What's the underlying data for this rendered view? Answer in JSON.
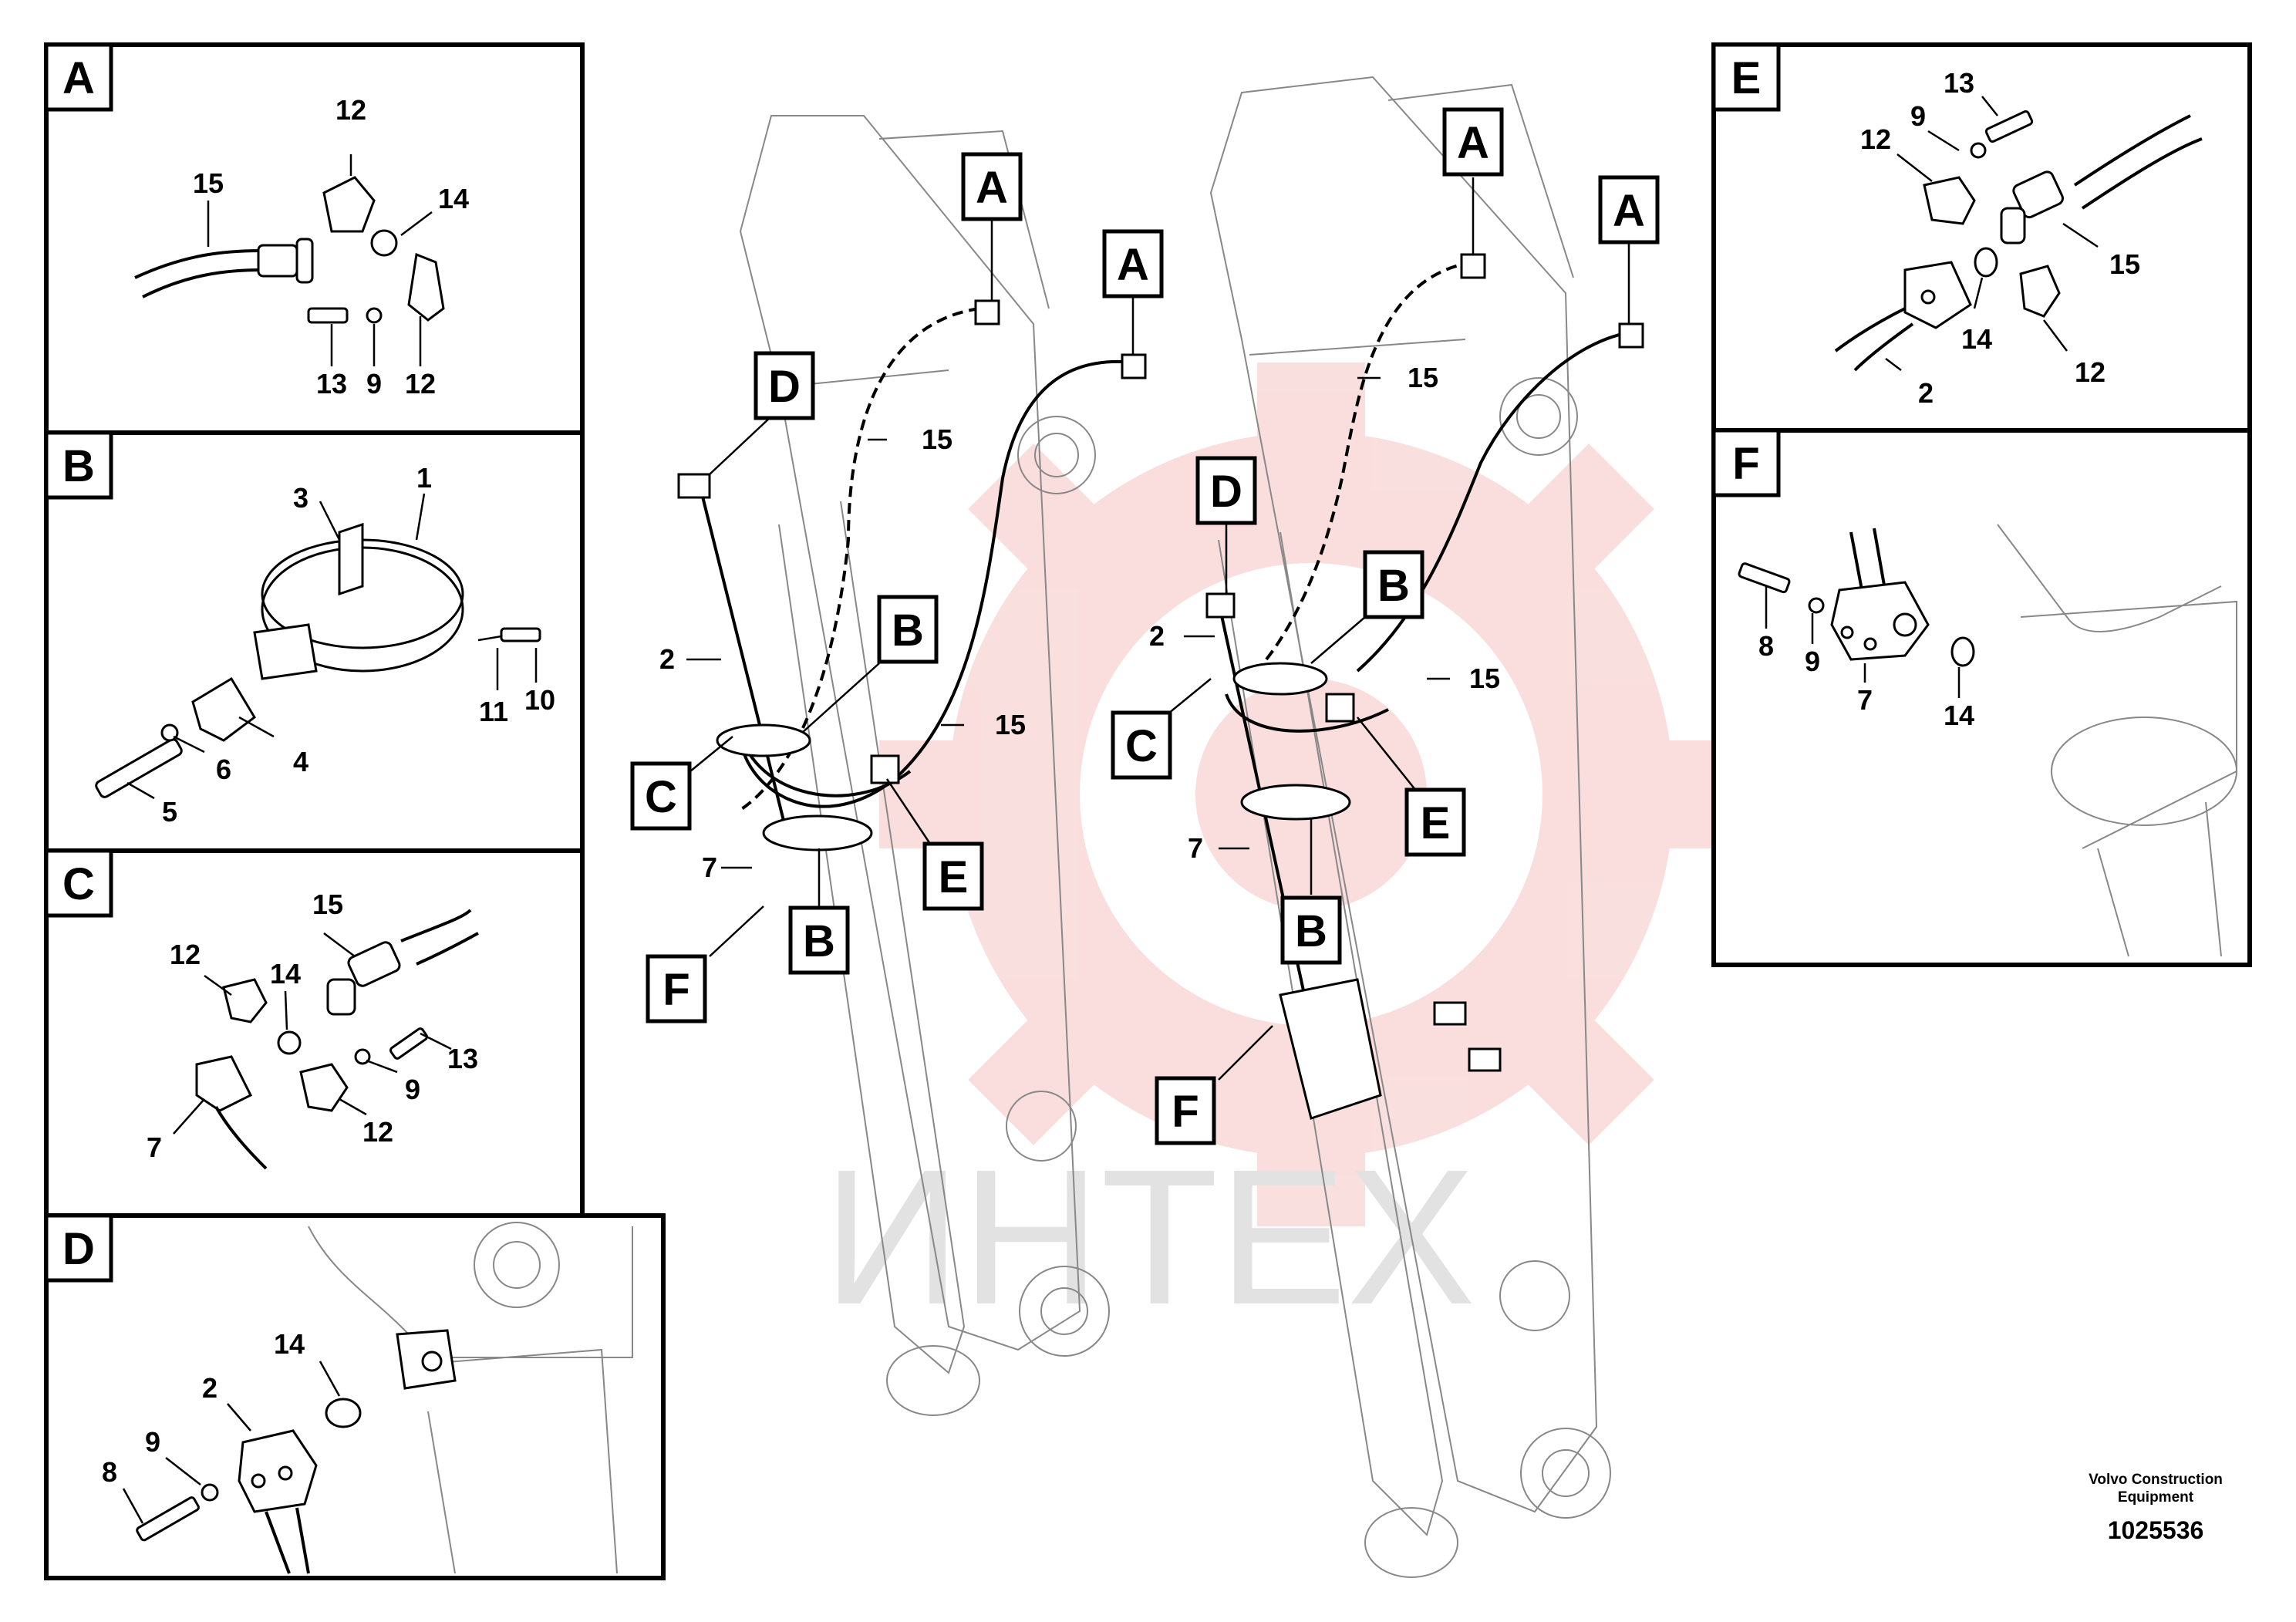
{
  "panels": {
    "A": {
      "tag": "A",
      "callouts": {
        "hose": "15",
        "half_flange_top": "12",
        "o_ring": "14",
        "bolt": "13",
        "washer": "9",
        "half_flange_bottom": "12"
      }
    },
    "B": {
      "tag": "B",
      "callouts": {
        "clamp_half": "3",
        "clamp_band": "1",
        "block": "4",
        "bolt": "5",
        "washer": "6",
        "screw": "10",
        "band_strap": "11"
      }
    },
    "C": {
      "tag": "C",
      "callouts": {
        "hose": "15",
        "half_flange_left": "12",
        "o_ring": "14",
        "bolt": "13",
        "washer": "9",
        "half_flange_bottom": "12",
        "pipe_flange": "7"
      }
    },
    "D": {
      "tag": "D",
      "callouts": {
        "pipe_flange": "2",
        "o_ring": "14",
        "washer": "9",
        "bolt": "8"
      }
    },
    "E": {
      "tag": "E",
      "callouts": {
        "bolt": "13",
        "washer": "9",
        "half_flange_top": "12",
        "hose": "15",
        "o_ring": "14",
        "half_flange_bottom": "12",
        "pipe": "2"
      }
    },
    "F": {
      "tag": "F",
      "callouts": {
        "bolt": "8",
        "washer": "9",
        "pipe_flange": "7",
        "o_ring": "14"
      }
    }
  },
  "main_view": {
    "left_boom": {
      "tag_a_1": "A",
      "tag_a_2": "A",
      "tag_d": "D",
      "tag_b_1": "B",
      "tag_c": "C",
      "tag_e": "E",
      "tag_b_2": "B",
      "tag_f": "F",
      "num_15_a": "15",
      "num_2": "2",
      "num_15_b": "15",
      "num_7": "7"
    },
    "right_boom": {
      "tag_a_1": "A",
      "tag_a_2": "A",
      "tag_d": "D",
      "tag_b_1": "B",
      "tag_c": "C",
      "tag_e": "E",
      "tag_b_2": "B",
      "tag_f": "F",
      "num_15_a": "15",
      "num_2": "2",
      "num_15_b": "15",
      "num_7": "7"
    }
  },
  "watermark": "ИНТЕХ",
  "footer": {
    "brand_line1": "Volvo Construction",
    "brand_line2": "Equipment",
    "doc_number": "1025536"
  },
  "colors": {
    "watermark_gear": "#f6c4c4",
    "watermark_text": "#e2e2e2",
    "line": "#000000"
  }
}
